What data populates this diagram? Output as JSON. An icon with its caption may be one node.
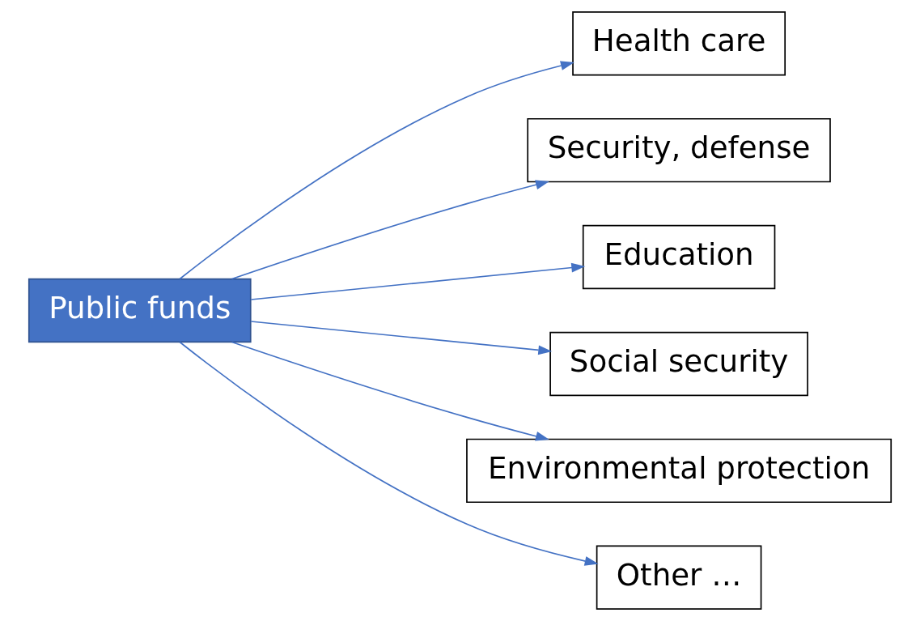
{
  "diagram": {
    "nodes": [
      {
        "text": [
          "Public funds"
        ]
      },
      {
        "text": [
          "Health care"
        ]
      },
      {
        "text": [
          "Security, defense"
        ]
      },
      {
        "text": [
          "Education"
        ]
      },
      {
        "text": [
          "Social security"
        ]
      },
      {
        "text": [
          "Environmental protection"
        ]
      },
      {
        "text": [
          "Other …"
        ]
      }
    ],
    "edges": [
      {
        "from": 0,
        "to": 1,
        "arrow": "to"
      },
      {
        "from": 0,
        "to": 2,
        "arrow": "to"
      },
      {
        "from": 0,
        "to": 3,
        "arrow": "to"
      },
      {
        "from": 0,
        "to": 4,
        "arrow": "to"
      },
      {
        "from": 0,
        "to": 5,
        "arrow": "to"
      },
      {
        "from": 0,
        "to": 6,
        "arrow": "to"
      }
    ]
  }
}
